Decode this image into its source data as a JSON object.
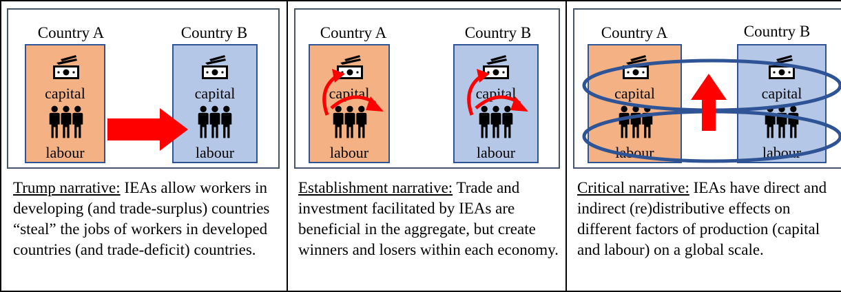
{
  "panels": [
    {
      "country_a": "Country A",
      "country_b": "Country B",
      "capital": "capital",
      "labour": "labour",
      "caption_lead": "Trump narrative:",
      "caption_body": " IEAs allow workers in developing (and trade-surplus) countries “steal” the jobs of workers in developed countries (and trade-deficit) countries."
    },
    {
      "country_a": "Country A",
      "country_b": "Country B",
      "capital": "capital",
      "labour": "labour",
      "caption_lead": "Establishment narrative:",
      "caption_body": " Trade and investment facilitated by IEAs are beneficial in the aggregate, but create winners and losers within each economy."
    },
    {
      "country_a": "Country A",
      "country_b": "Country B",
      "capital": "capital",
      "labour": "labour",
      "caption_lead": "Critical narrative:",
      "caption_body": " IEAs have direct and indirect (re)distributive effects on different factors of production (capital and labour) on a global scale."
    }
  ],
  "colors": {
    "country_a_fill": "#f4b183",
    "country_b_fill": "#b4c7e7",
    "box_border": "#2f5496",
    "arrow": "#ff0000",
    "ellipse": "#2f5496"
  },
  "icons": {
    "capital": "money-icon",
    "labour": "workers-icon"
  }
}
